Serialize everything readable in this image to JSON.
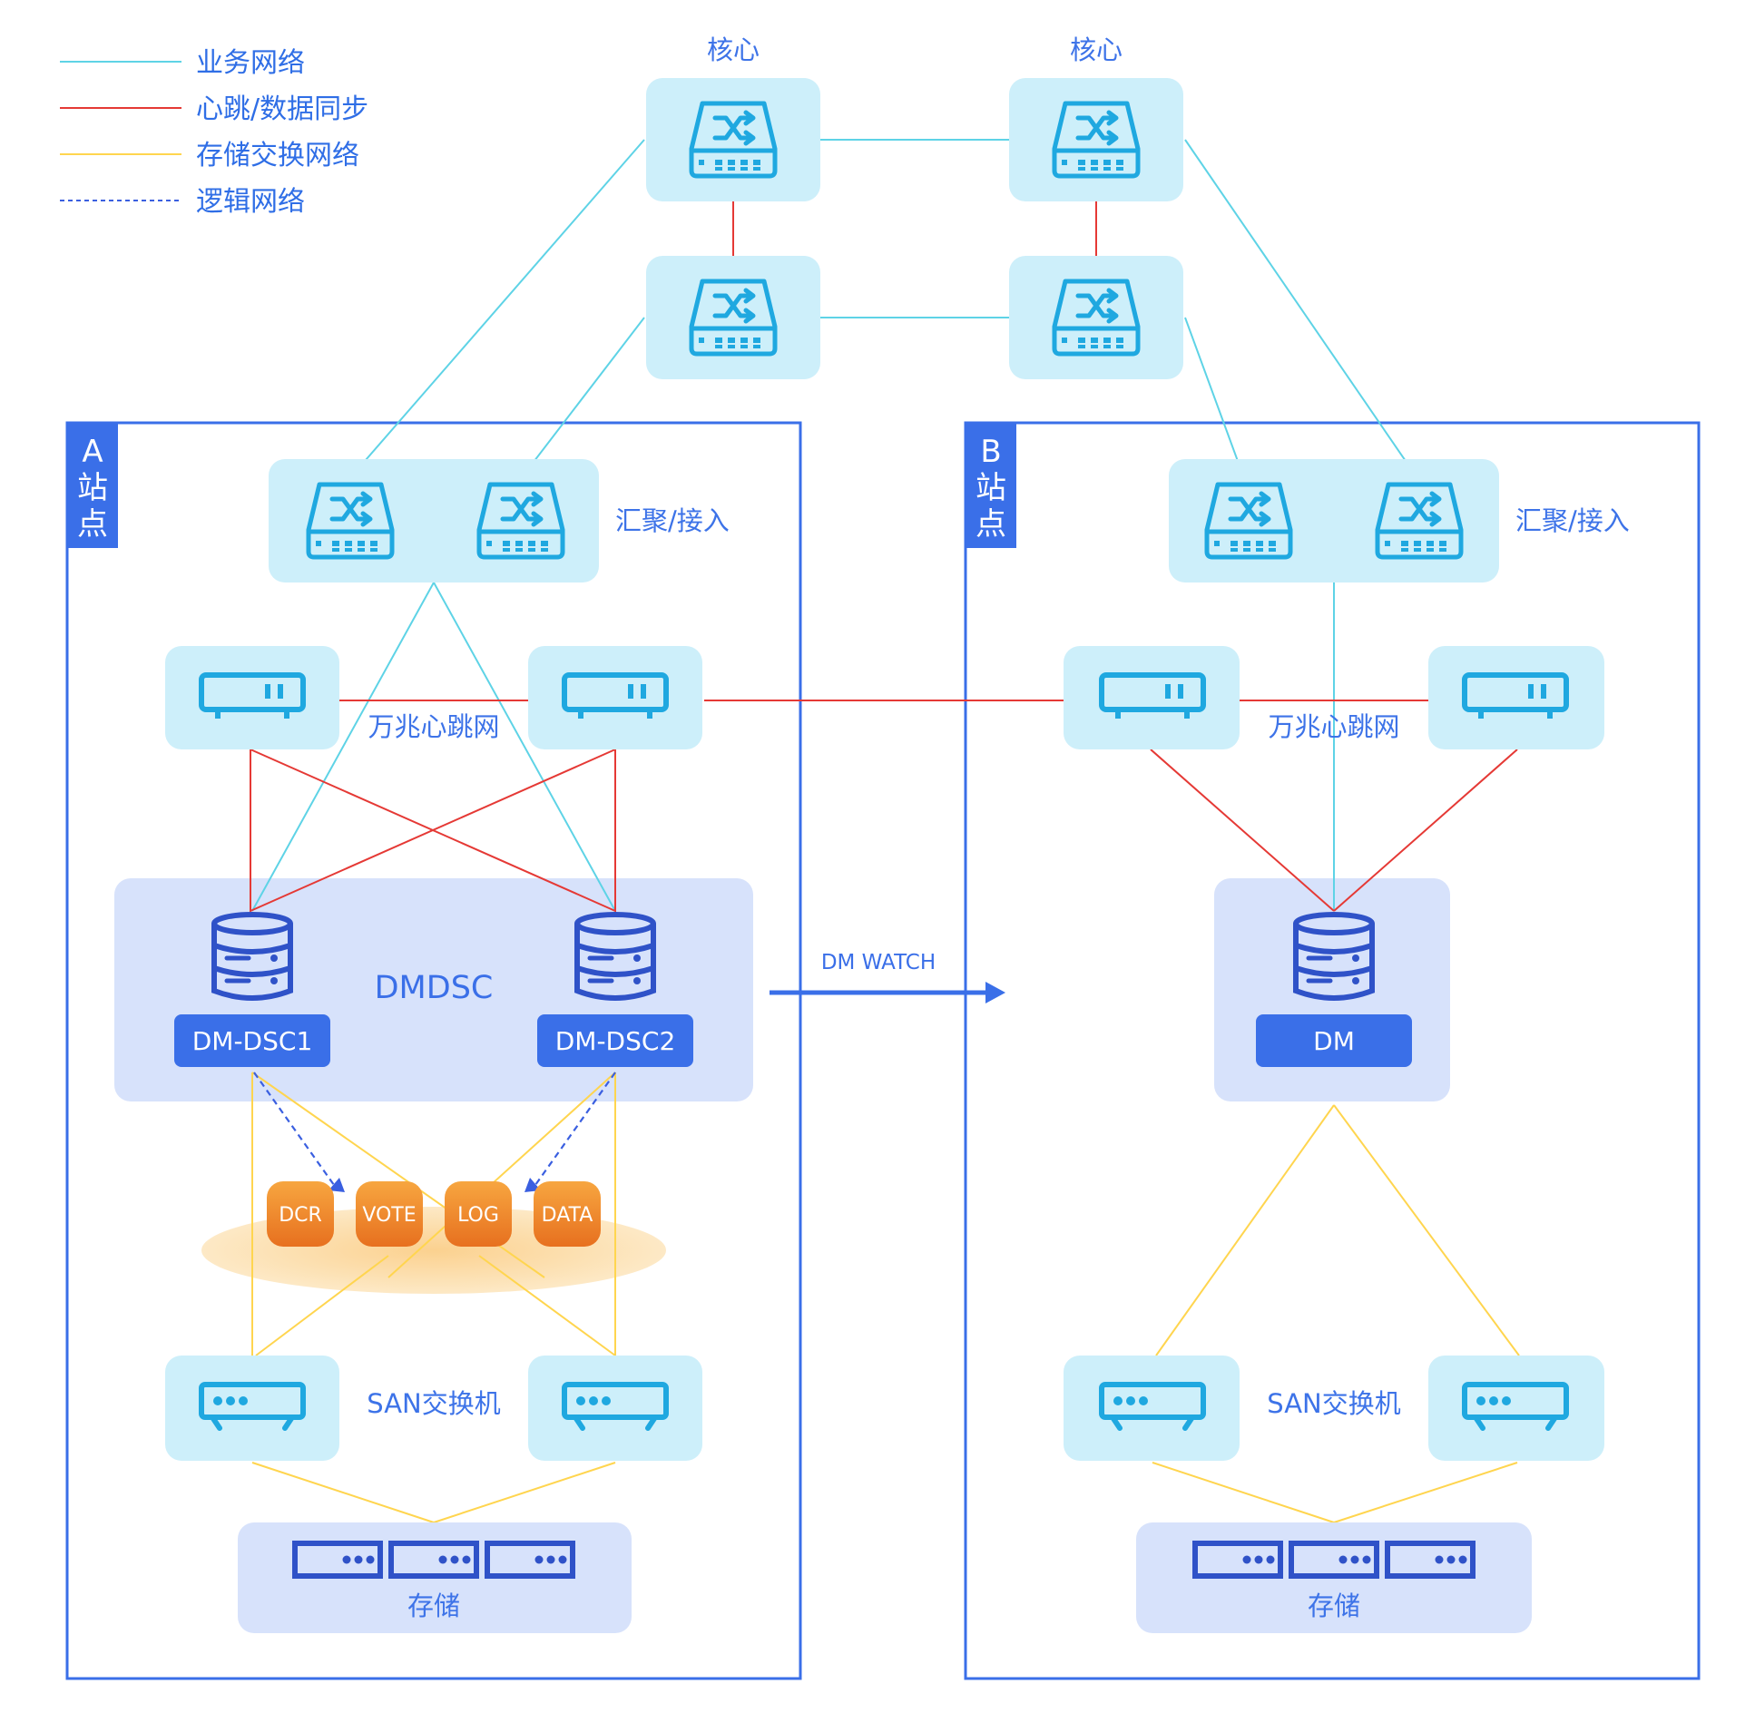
{
  "legend": [
    {
      "label": "业务网络",
      "color": "#5ed3e6",
      "style": "solid"
    },
    {
      "label": "心跳/数据同步",
      "color": "#e53935",
      "style": "solid"
    },
    {
      "label": "存储交换网络",
      "color": "#ffd54f",
      "style": "solid"
    },
    {
      "label": "逻辑网络",
      "color": "#3a5fe0",
      "style": "dashed"
    }
  ],
  "core": {
    "label_left": "核心",
    "label_right": "核心"
  },
  "site_a": {
    "letter": "A",
    "char1": "站",
    "char2": "点",
    "agg_label": "汇聚/接入",
    "hb_label": "万兆心跳网",
    "cluster_label": "DMDSC",
    "node1": "DM-DSC1",
    "node2": "DM-DSC2",
    "disks": [
      "DCR",
      "VOTE",
      "LOG",
      "DATA"
    ],
    "san_label": "SAN交换机",
    "storage_label": "存储"
  },
  "site_b": {
    "letter": "B",
    "char1": "站",
    "char2": "点",
    "agg_label": "汇聚/接入",
    "hb_label": "万兆心跳网",
    "node": "DM",
    "san_label": "SAN交换机",
    "storage_label": "存储"
  },
  "watch_label": "DM WATCH",
  "colors": {
    "business": "#5ed3e6",
    "heartbeat": "#e53935",
    "storage": "#ffd54f",
    "logical": "#3a5fe0",
    "device_bg": "#cdeffa",
    "device_icon": "#1fa8e0",
    "site_border": "#3a6fe8",
    "node_pill": "#3a6fe8",
    "disk_orange": "#f08a24"
  },
  "icons": [
    "switch-icon",
    "router-icon",
    "database-icon",
    "san-switch-icon",
    "storage-array-icon",
    "arrow-right-icon"
  ]
}
